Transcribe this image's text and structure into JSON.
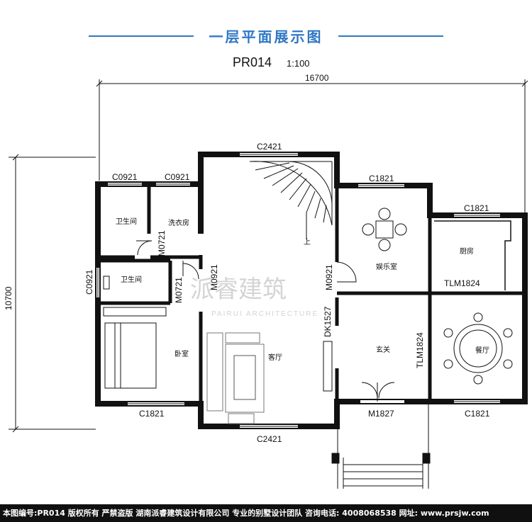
{
  "header": {
    "title": "一层平面展示图",
    "plan_code": "PR014",
    "scale": "1:100"
  },
  "dimensions": {
    "width": "16700",
    "height": "10700"
  },
  "rooms": {
    "bath1": "卫生间",
    "laundry": "洗衣房",
    "bath2": "卫生间",
    "bedroom": "卧室",
    "living": "客厅",
    "entertainment": "娱乐室",
    "foyer": "玄关",
    "kitchen": "厨房",
    "dining": "餐厅",
    "stair_up": "上"
  },
  "openings": {
    "c2421_top": "C2421",
    "c0921_a": "C0921",
    "c0921_b": "C0921",
    "c1821_ent": "C1821",
    "c1821_kitchen": "C1821",
    "c0921_left": "C0921",
    "m0721_a": "M0721",
    "m0721_b": "M0721",
    "m0921_a": "M0921",
    "m0921_b": "M0921",
    "tlm1824_a": "TLM1824",
    "tlm1824_b": "TLM1824",
    "dk1527": "DK1527",
    "c1821_bed": "C1821",
    "c2421_bottom": "C2421",
    "m1827": "M1827",
    "c1821_dining": "C1821"
  },
  "watermark": {
    "name": "派睿建筑",
    "sub": "PAIRUI ARCHITECTURE"
  },
  "footer": {
    "text": "本图编号:PR014 版权所有 严禁盗版 湖南派睿建筑设计有限公司 专业的别墅设计团队 咨询电话: 4008068538 网址: www.prsjw.com"
  },
  "colors": {
    "accent": "#2f78c4",
    "footer_bg": "#101010"
  }
}
